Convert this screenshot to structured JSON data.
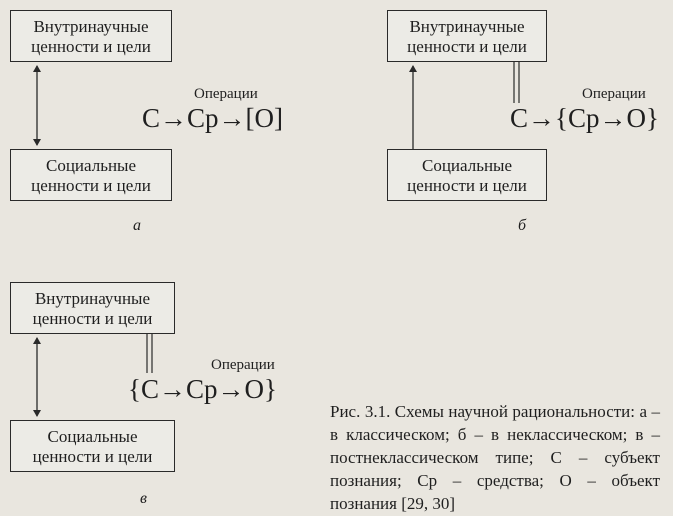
{
  "diagrams": [
    {
      "id": "a",
      "top_box": [
        "Внутринаучные",
        "ценности и цели"
      ],
      "bottom_box": [
        "Социальные",
        "ценности и цели"
      ],
      "operations_label": "Операции",
      "formula": "C→Cp→[O]",
      "letter": "а"
    },
    {
      "id": "b",
      "top_box": [
        "Внутринаучные",
        "ценности и цели"
      ],
      "bottom_box": [
        "Социальные",
        "ценности и цели"
      ],
      "operations_label": "Операции",
      "formula": "C→{Cp→O}",
      "letter": "б"
    },
    {
      "id": "v",
      "top_box": [
        "Внутринаучные",
        "ценности и цели"
      ],
      "bottom_box": [
        "Социальные",
        "ценности и цели"
      ],
      "operations_label": "Операции",
      "formula": "{C→Cp→O}",
      "letter": "в"
    }
  ],
  "caption": "Рис. 3.1. Схемы научной рациональности: а – в классическом; б – в неклассическом; в – постнеклассическом типе; С – субъект познания; Ср – средства; О – объект познания [29, 30]"
}
